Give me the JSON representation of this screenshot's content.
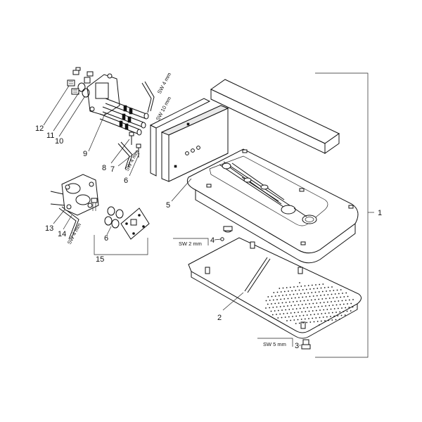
{
  "diagram": {
    "callouts": {
      "c1": "1",
      "c2": "2",
      "c3": "3",
      "c4": "4",
      "c5": "5",
      "c6a": "6",
      "c6b": "6",
      "c7": "7",
      "c8": "8",
      "c9": "9",
      "c10": "10",
      "c11": "11",
      "c12": "12",
      "c13": "13",
      "c14": "14",
      "c15": "15"
    },
    "tool_labels": {
      "sw4_top": "SW 4 mm",
      "sw10": "SW 10 mm",
      "sw4_mid": "SW 4 mm",
      "sw4_bottom": "SW 4 mm",
      "sw2": "SW 2 mm",
      "sw5": "SW 5 mm"
    }
  }
}
